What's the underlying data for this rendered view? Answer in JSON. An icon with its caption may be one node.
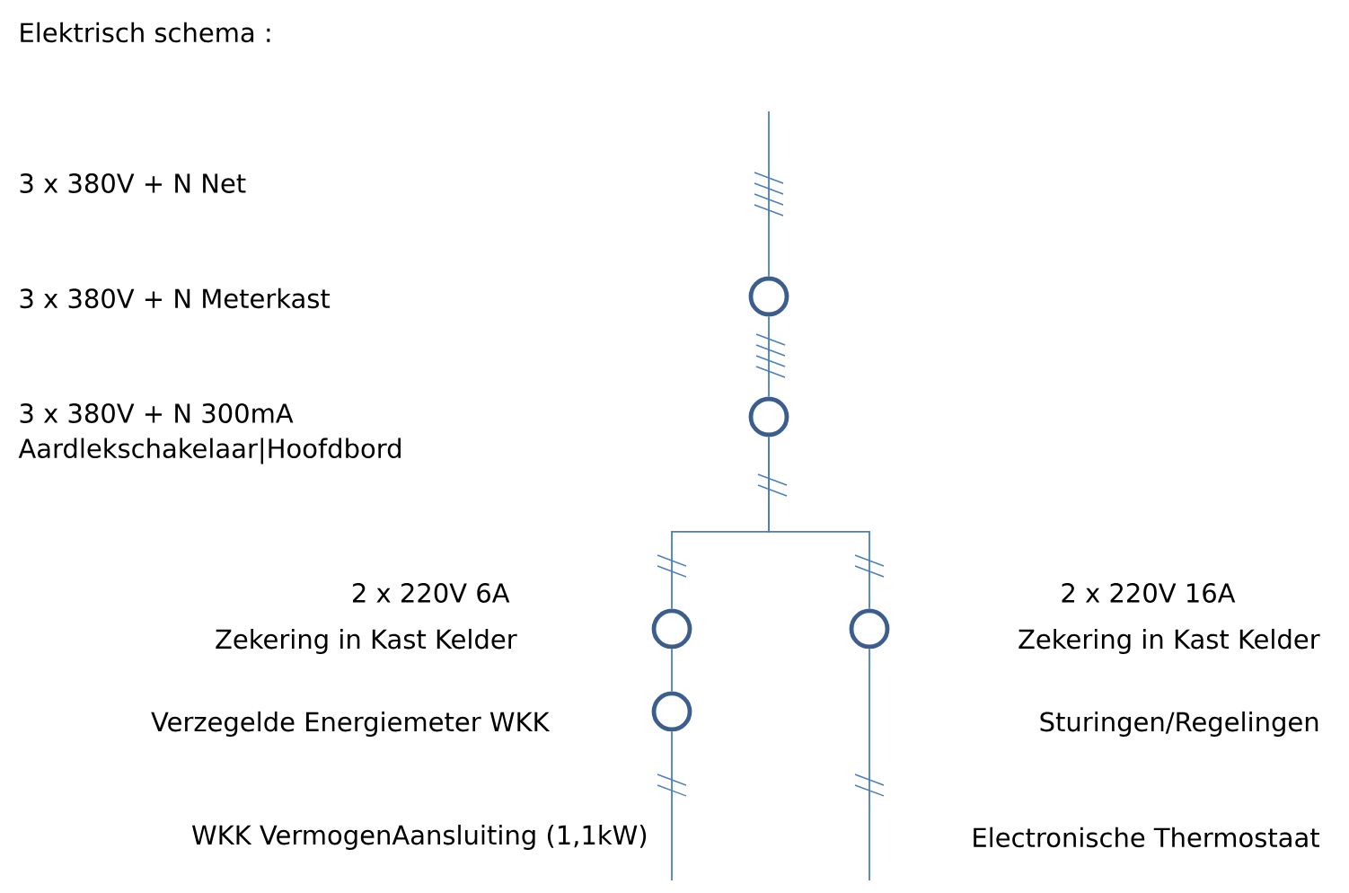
{
  "diagram": {
    "title": "Elektrisch schema :",
    "nodes": [
      {
        "text": [],
        "shape": "circle"
      },
      {
        "text": [],
        "shape": "circle"
      },
      {
        "text": [],
        "shape": "circle"
      },
      {
        "text": [],
        "shape": "circle"
      },
      {
        "text": [],
        "shape": "circle"
      }
    ],
    "edges": [
      {
        "from": null,
        "to": 0,
        "arrow": "none"
      },
      {
        "from": 0,
        "to": 1,
        "arrow": "none"
      },
      {
        "from": 1,
        "to": 2,
        "arrow": "none"
      },
      {
        "from": 1,
        "to": 3,
        "arrow": "none"
      },
      {
        "from": 2,
        "to": 4,
        "arrow": "none"
      },
      {
        "from": 4,
        "to": null,
        "arrow": "none"
      },
      {
        "from": 3,
        "to": null,
        "arrow": "none"
      }
    ],
    "labels": [
      "3 x 380V + N Net",
      "3 x 380V + N Meterkast",
      "3 x 380V + N 300mA",
      "Aardlekschakelaar|Hoofdbord",
      "2 x 220V 6A",
      "2 x 220V 16A",
      "Zekering in Kast Kelder",
      "Zekering in Kast Kelder",
      "Verzegelde Energiemeter WKK",
      "Sturingen/Regelingen",
      "WKK VermogenAansluiting (1,1kW)",
      "Electronische Thermostaat"
    ]
  }
}
